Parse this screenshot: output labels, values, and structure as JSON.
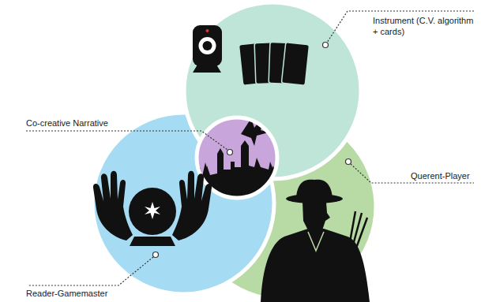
{
  "diagram": {
    "labels": [
      "Instrument (C.V. algorithm + cards)",
      "Co-creative Narrative",
      "Querent-Player",
      "Reader-Gamemaster"
    ]
  }
}
